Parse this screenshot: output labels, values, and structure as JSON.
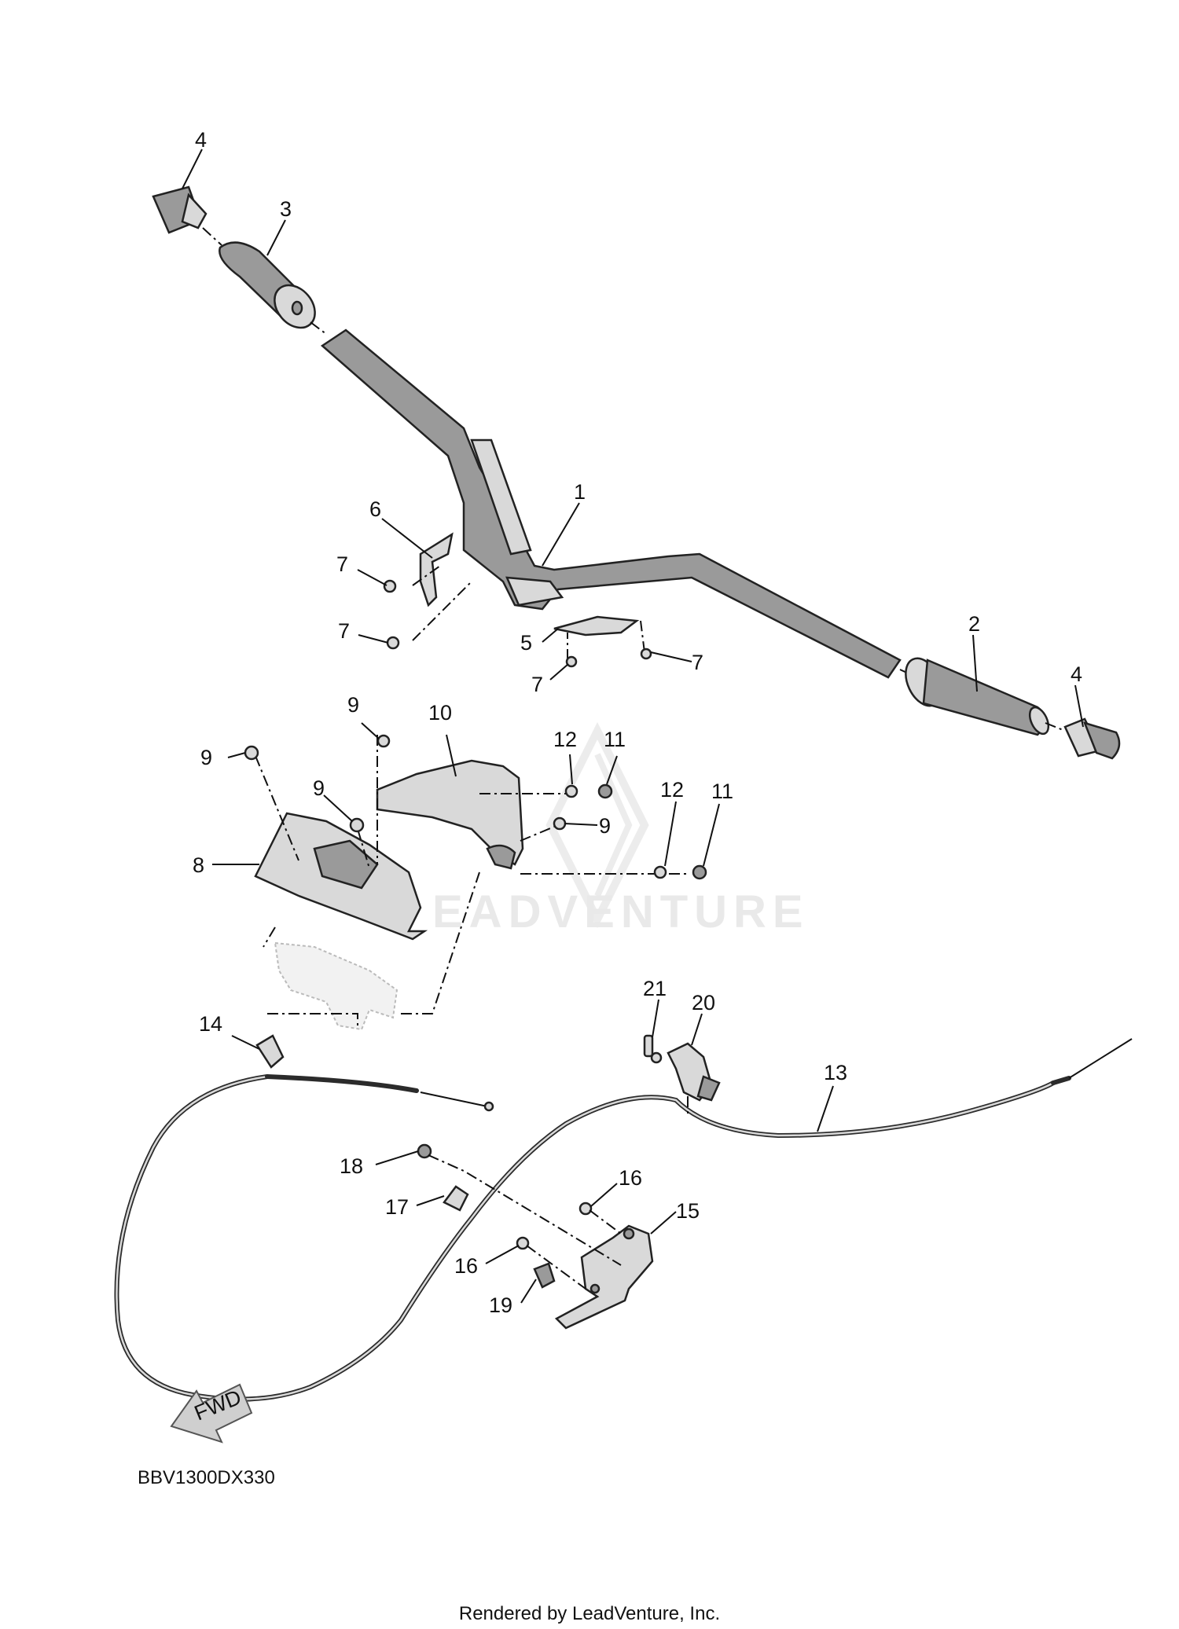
{
  "diagram": {
    "code": "BBV1300DX330",
    "direction_label": "FWD",
    "watermark": "EADVENTURE",
    "footer": "Rendered by LeadVenture, Inc."
  },
  "callouts": {
    "c1": "1",
    "c2": "2",
    "c3": "3",
    "c4a": "4",
    "c4b": "4",
    "c5": "5",
    "c6": "6",
    "c7a": "7",
    "c7b": "7",
    "c7c": "7",
    "c7d": "7",
    "c8": "8",
    "c9a": "9",
    "c9b": "9",
    "c9c": "9",
    "c9d": "9",
    "c10": "10",
    "c11a": "11",
    "c11b": "11",
    "c12a": "12",
    "c12b": "12",
    "c13": "13",
    "c14": "14",
    "c15": "15",
    "c16a": "16",
    "c16b": "16",
    "c17": "17",
    "c18": "18",
    "c19": "19",
    "c20": "20",
    "c21": "21"
  }
}
